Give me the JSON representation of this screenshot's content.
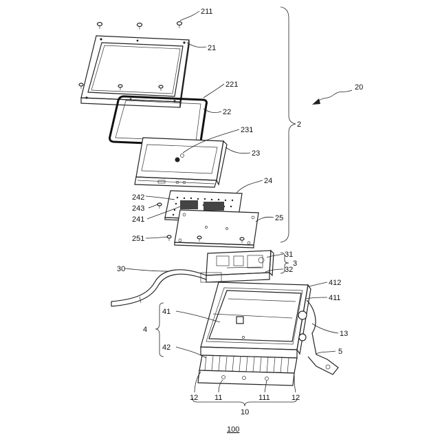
{
  "labels": {
    "l211": "211",
    "l21": "21",
    "l221": "221",
    "l22": "22",
    "l231": "231",
    "l23": "23",
    "l24": "24",
    "l242": "242",
    "l243": "243",
    "l241": "241",
    "l25": "25",
    "l251": "251",
    "l31": "31",
    "l32": "32",
    "l3": "3",
    "l30": "30",
    "l2": "2",
    "l20": "20",
    "l412": "412",
    "l411": "411",
    "l41": "41",
    "l4": "4",
    "l42": "42",
    "l13": "13",
    "l5": "5",
    "l12a": "12",
    "l11": "11",
    "l111": "111",
    "l12b": "12",
    "l10": "10",
    "l100": "100"
  }
}
